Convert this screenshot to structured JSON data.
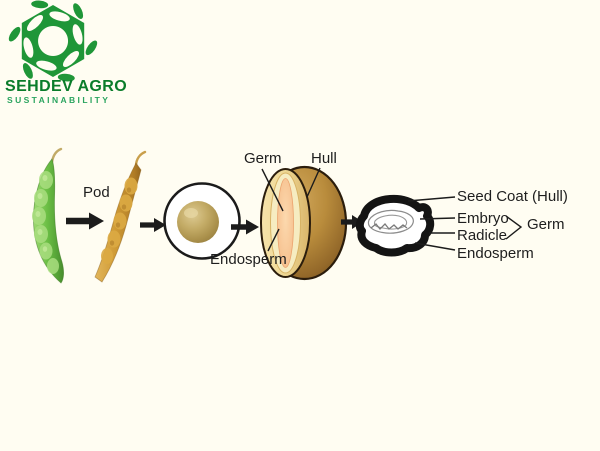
{
  "page": {
    "background": "#FFFDF2"
  },
  "logo": {
    "company": "SEHDEV AGRO",
    "tagline": "SUSTAINABILITY",
    "mark": "leaf-wreath-icon",
    "colors": {
      "wreath_green": "#1F9638",
      "company_green": "#0A7C2A",
      "tagline_green": "#2AA45F"
    }
  },
  "diagram": {
    "stages": [
      "green-pod",
      "dried-pod",
      "whole-seed",
      "split-seed",
      "seed-cross-section"
    ],
    "labels": {
      "pod": "Pod",
      "germ": "Germ",
      "hull": "Hull",
      "endosperm_split": "Endosperm",
      "seed_coat": "Seed Coat (Hull)",
      "embryo": "Embryo",
      "radicle": "Radicle",
      "endosperm_cross": "Endosperm",
      "germ_group": "Germ"
    },
    "colors": {
      "green_pod": "#6CBF45",
      "dried_pod": "#CF9A35",
      "whole_seed": "#B49A52",
      "hull_brown": "#B98C3C",
      "endosperm_tan": "#EED793",
      "germ_peach": "#F7C392",
      "line_black": "#1C1C1C"
    }
  }
}
